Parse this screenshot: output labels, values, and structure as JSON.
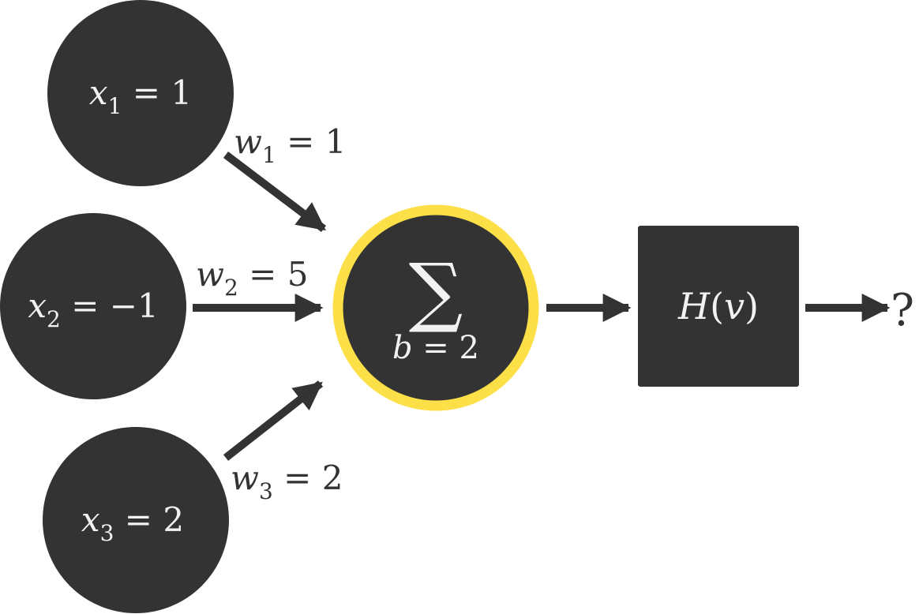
{
  "colors": {
    "node_fill": "#333333",
    "highlight_ring": "#fde047",
    "arrow": "#333333",
    "text_on_dark": "#f2f2f2",
    "text_on_light": "#333333",
    "background": "#ffffff"
  },
  "inputs": [
    {
      "var": "x",
      "sub": "1",
      "value": "1"
    },
    {
      "var": "x",
      "sub": "2",
      "value": "−1"
    },
    {
      "var": "x",
      "sub": "3",
      "value": "2"
    }
  ],
  "weights": [
    {
      "var": "w",
      "sub": "1",
      "value": "1"
    },
    {
      "var": "w",
      "sub": "2",
      "value": "5"
    },
    {
      "var": "w",
      "sub": "3",
      "value": "2"
    }
  ],
  "sum_node": {
    "symbol": "∑",
    "bias_var": "b",
    "bias_value": "2"
  },
  "activation": {
    "fn": "H",
    "arg": "v"
  },
  "output": {
    "symbol": "?"
  }
}
